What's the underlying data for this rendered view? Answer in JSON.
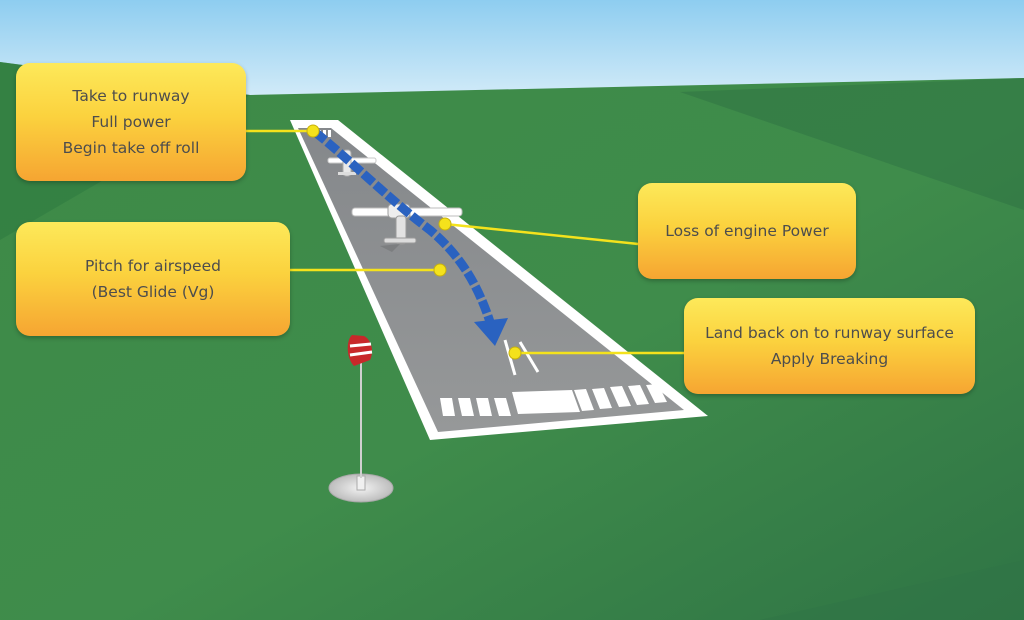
{
  "callouts": {
    "takeoff": {
      "lines": [
        "Take to runway",
        "Full power",
        "Begin take off roll"
      ]
    },
    "pitch": {
      "lines": [
        "Pitch for airspeed",
        "(Best Glide (Vg)"
      ]
    },
    "engine_loss": {
      "lines": [
        "Loss of engine Power"
      ]
    },
    "land": {
      "lines": [
        "Land back on to runway surface",
        "Apply Breaking"
      ]
    }
  },
  "colors": {
    "sky_top": "#8ecdf0",
    "grass": "#3f8a4a",
    "runway": "#8e9092",
    "runway_border": "#ffffff",
    "callout_top": "#fde95a",
    "callout_bottom": "#f6a532",
    "leader": "#f4e21c",
    "flight_path": "#2a62c0",
    "windsock": "#c8282a"
  },
  "icons": [
    "airplane-icon",
    "windsock-icon",
    "flight-path-arrow-icon"
  ]
}
